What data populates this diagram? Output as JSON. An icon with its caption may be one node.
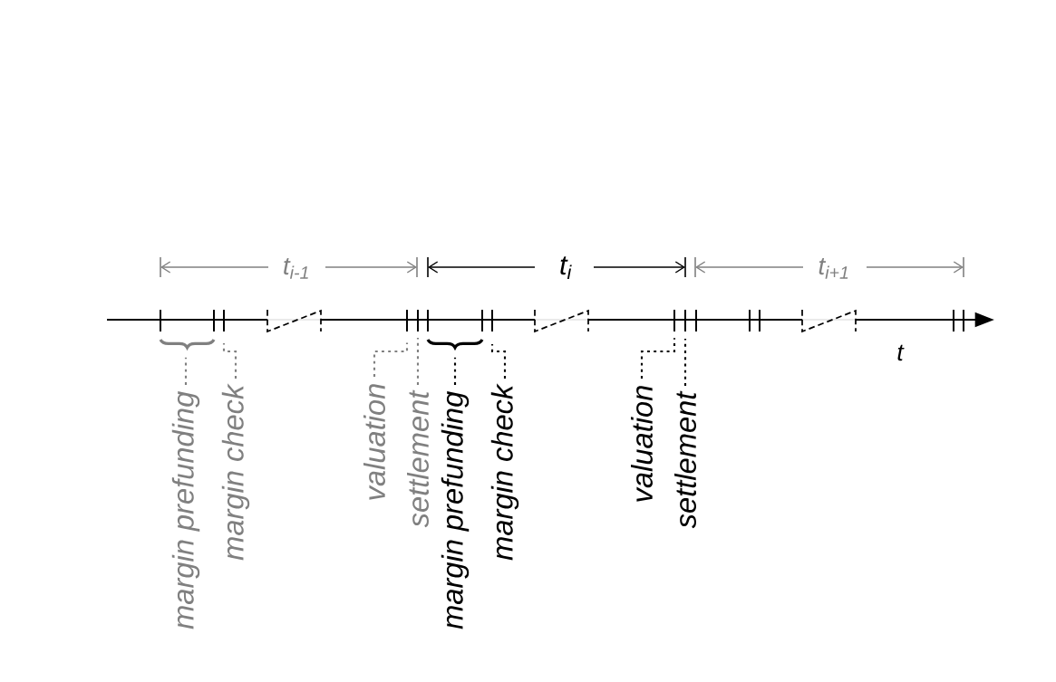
{
  "diagram": {
    "nodes": [
      {
        "text": [
          "margin prefunding"
        ]
      },
      {
        "text": [
          "margin check"
        ]
      },
      {
        "text": [
          "valuation"
        ]
      },
      {
        "text": [
          "settlement"
        ]
      },
      {
        "text": [
          "margin prefunding"
        ]
      },
      {
        "text": [
          "margin check"
        ]
      },
      {
        "text": [
          "valuation"
        ]
      },
      {
        "text": [
          "settlement"
        ]
      }
    ],
    "edges": [
      {
        "from": 0,
        "to": null,
        "arrow": "none",
        "color": "#808080"
      },
      {
        "from": 1,
        "to": null,
        "arrow": "none",
        "color": "#808080"
      },
      {
        "from": 2,
        "to": null,
        "arrow": "none",
        "color": "#808080"
      },
      {
        "from": 3,
        "to": null,
        "arrow": "none",
        "color": "#808080"
      },
      {
        "from": 4,
        "to": null,
        "arrow": "none",
        "color": "#000000"
      },
      {
        "from": 5,
        "to": null,
        "arrow": "none",
        "color": "#000000"
      },
      {
        "from": 6,
        "to": null,
        "arrow": "none",
        "color": "#000000"
      },
      {
        "from": 7,
        "to": null,
        "arrow": "none",
        "color": "#000000"
      }
    ],
    "labels": [
      "t$_{i-1}$",
      "t$_{i}$",
      "t$_{i+1}$",
      "t"
    ]
  }
}
